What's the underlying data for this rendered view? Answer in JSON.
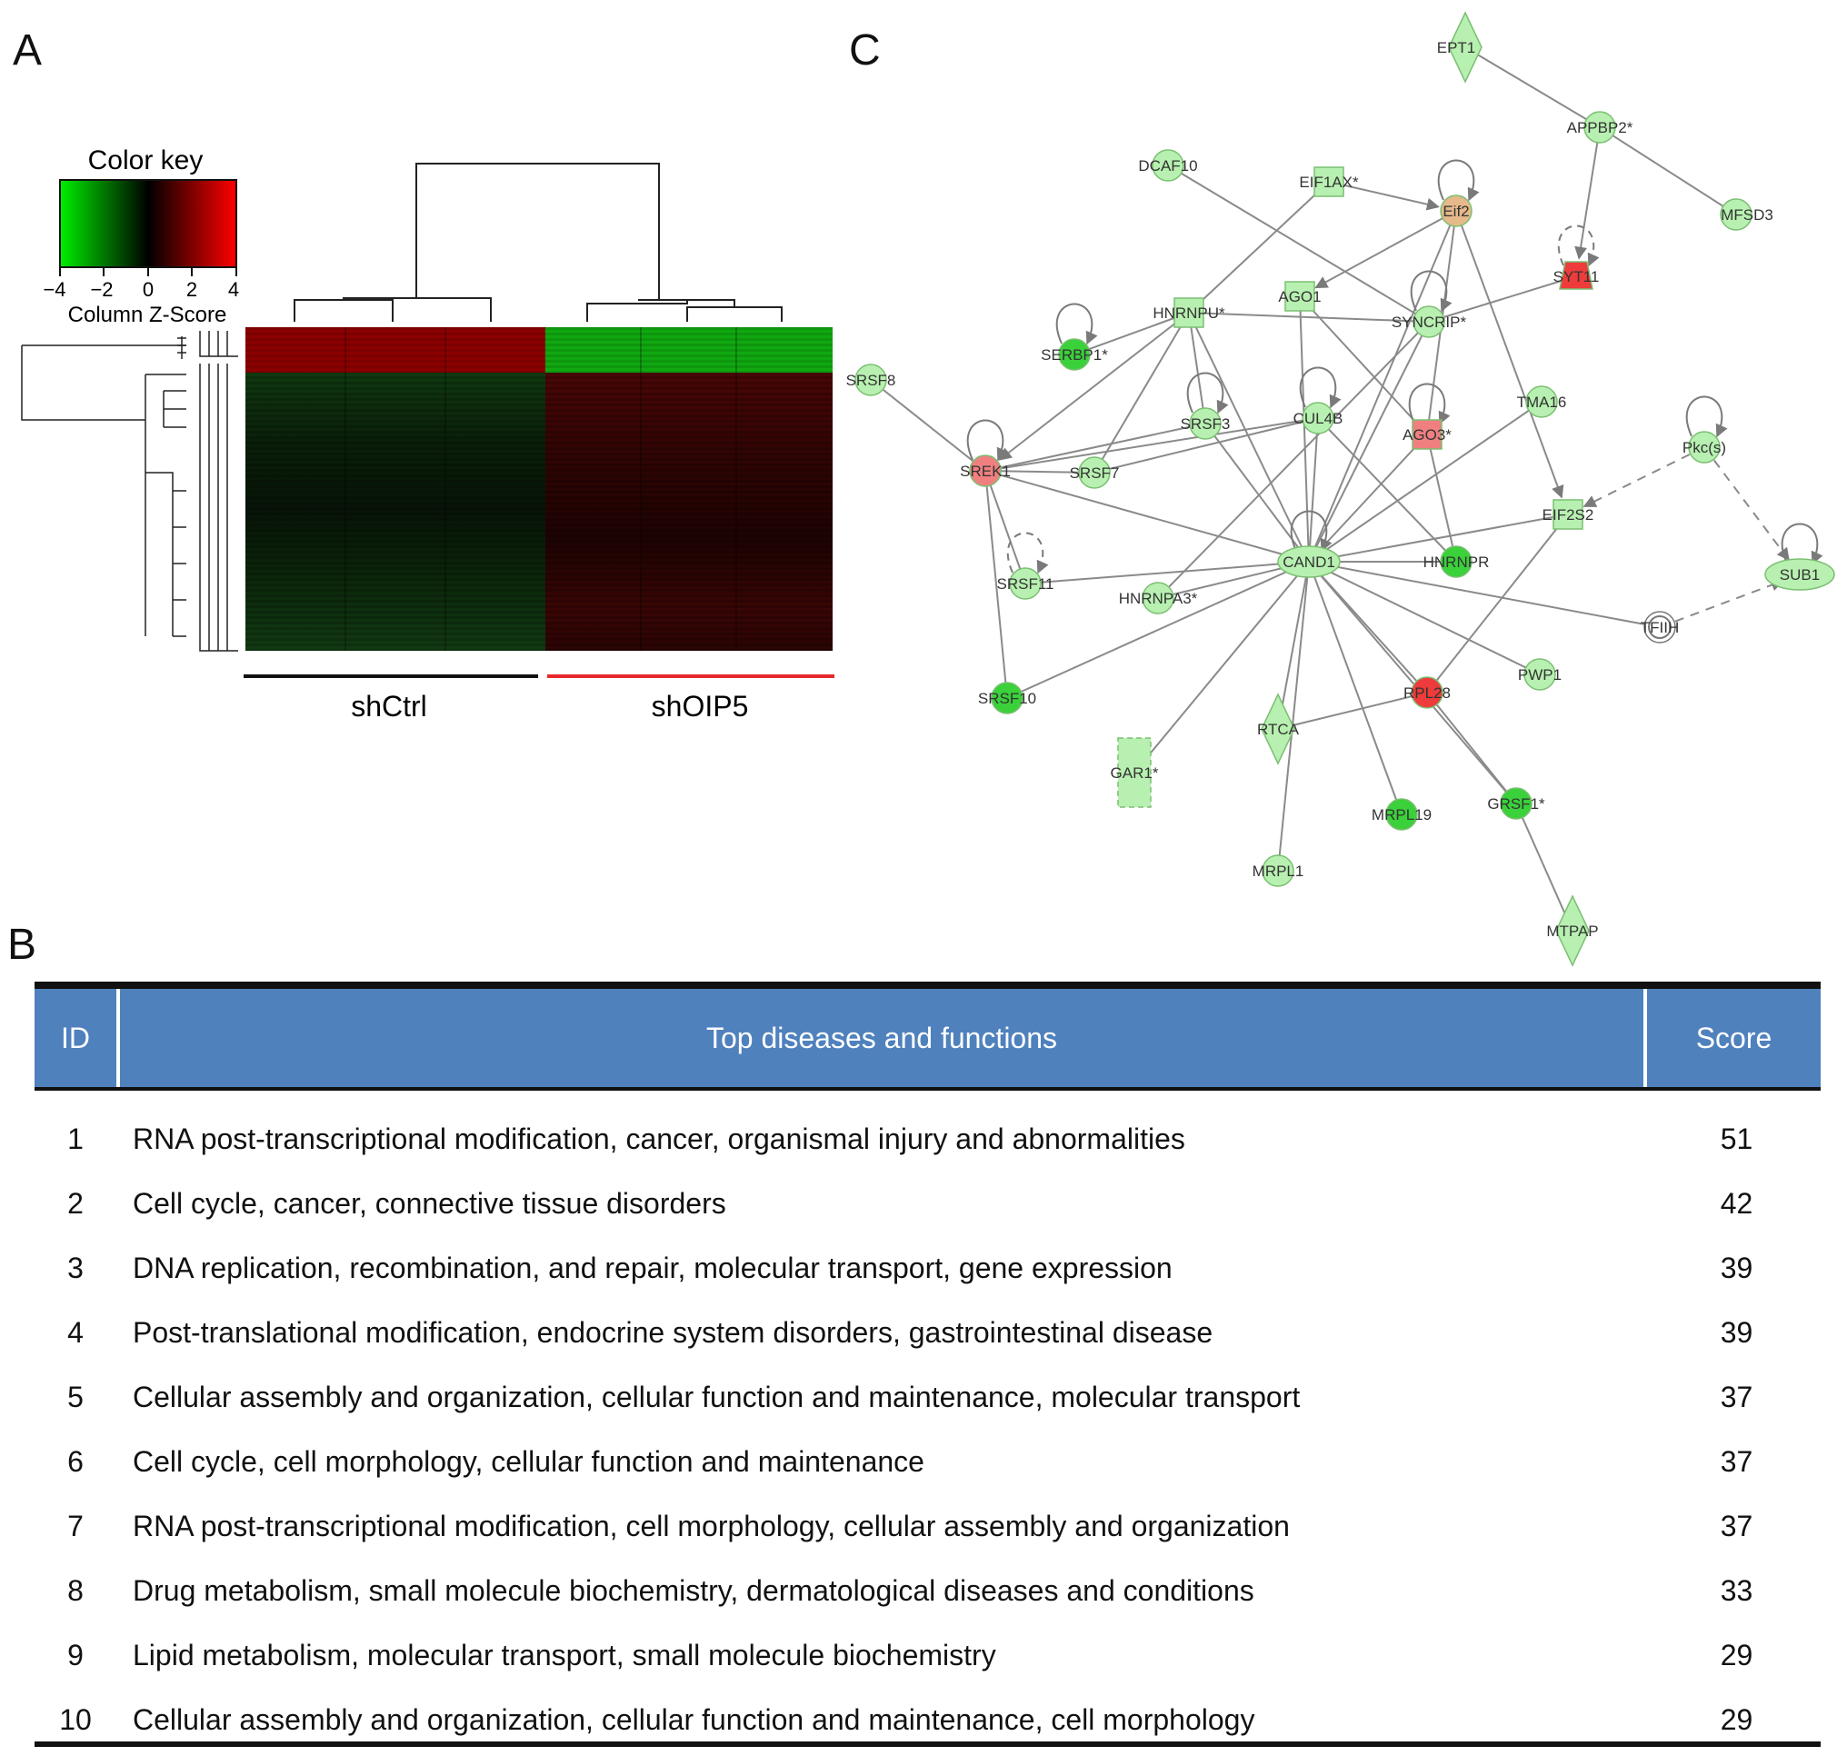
{
  "panels": {
    "a": "A",
    "b": "B",
    "c": "C"
  },
  "heatmap": {
    "color_key_title": "Color key",
    "color_key_ticks": [
      "−4",
      "−2",
      "0",
      "2",
      "4"
    ],
    "color_key_label": "Column Z-Score",
    "colors": {
      "low": "#00ee00",
      "mid": "#000000",
      "high": "#ff0000"
    },
    "groups": [
      {
        "label": "shCtrl",
        "color": "#111111"
      },
      {
        "label": "shOIP5",
        "color": "#e8282c"
      }
    ]
  },
  "network": {
    "colors": {
      "up": "#f08080",
      "up_strong": "#ee3b3b",
      "down_light": "#b7f0b0",
      "down_strong": "#3ad13a",
      "edge": "#8a8a8a"
    },
    "nodes": [
      {
        "id": "EPT1",
        "label": "EPT1",
        "shape": "diamond",
        "fill": "down_light"
      },
      {
        "id": "APPBP2",
        "label": "APPBP2*",
        "shape": "circle",
        "fill": "down_light"
      },
      {
        "id": "MFSD3",
        "label": "MFSD3",
        "shape": "circle",
        "fill": "down_light"
      },
      {
        "id": "DCAF10",
        "label": "DCAF10",
        "shape": "circle",
        "fill": "down_light"
      },
      {
        "id": "EIF1AX",
        "label": "EIF1AX*",
        "shape": "square",
        "fill": "down_light"
      },
      {
        "id": "Eif2",
        "label": "Eif2",
        "shape": "circle",
        "fill": "mixed"
      },
      {
        "id": "SYT11",
        "label": "SYT11",
        "shape": "trapezoid",
        "fill": "up_strong"
      },
      {
        "id": "AGO1",
        "label": "AGO1",
        "shape": "square",
        "fill": "down_light"
      },
      {
        "id": "HNRNPU",
        "label": "HNRNPU*",
        "shape": "square",
        "fill": "down_light"
      },
      {
        "id": "SYNCRIP",
        "label": "SYNCRIP*",
        "shape": "circle",
        "fill": "down_light"
      },
      {
        "id": "SERBP1",
        "label": "SERBP1*",
        "shape": "circle",
        "fill": "down_strong"
      },
      {
        "id": "SRSF8",
        "label": "SRSF8",
        "shape": "circle",
        "fill": "down_light"
      },
      {
        "id": "TMA16",
        "label": "TMA16",
        "shape": "circle",
        "fill": "down_light"
      },
      {
        "id": "SRSF3",
        "label": "SRSF3",
        "shape": "circle",
        "fill": "down_light"
      },
      {
        "id": "CUL4B",
        "label": "CUL4B",
        "shape": "circle",
        "fill": "down_light"
      },
      {
        "id": "AGO3",
        "label": "AGO3*",
        "shape": "square",
        "fill": "up"
      },
      {
        "id": "Pkcs",
        "label": "Pkc(s)",
        "shape": "circle",
        "fill": "down_light"
      },
      {
        "id": "SREK1",
        "label": "SREK1",
        "shape": "circle",
        "fill": "up"
      },
      {
        "id": "SRSF7",
        "label": "SRSF7",
        "shape": "circle",
        "fill": "down_light"
      },
      {
        "id": "EIF2S2",
        "label": "EIF2S2",
        "shape": "square",
        "fill": "down_light"
      },
      {
        "id": "SUB1",
        "label": "SUB1",
        "shape": "ellipse",
        "fill": "down_light"
      },
      {
        "id": "CAND1",
        "label": "CAND1",
        "shape": "ellipse",
        "fill": "down_light"
      },
      {
        "id": "HNRNPR",
        "label": "HNRNPR",
        "shape": "circle",
        "fill": "down_strong"
      },
      {
        "id": "SRSF11",
        "label": "SRSF11",
        "shape": "circle",
        "fill": "down_light"
      },
      {
        "id": "HNRNPA3",
        "label": "HNRNPA3*",
        "shape": "circle",
        "fill": "down_light"
      },
      {
        "id": "TFIIH",
        "label": "TFIIH",
        "shape": "double-circle",
        "fill": "white"
      },
      {
        "id": "PWP1",
        "label": "PWP1",
        "shape": "circle",
        "fill": "down_light"
      },
      {
        "id": "RPL28",
        "label": "RPL28",
        "shape": "circle",
        "fill": "up_strong"
      },
      {
        "id": "SRSF10",
        "label": "SRSF10",
        "shape": "circle",
        "fill": "down_strong"
      },
      {
        "id": "RTCA",
        "label": "RTCA",
        "shape": "diamond",
        "fill": "down_light"
      },
      {
        "id": "GAR1",
        "label": "GAR1*",
        "shape": "rect-dashed",
        "fill": "down_light"
      },
      {
        "id": "MRPL19",
        "label": "MRPL19",
        "shape": "circle",
        "fill": "down_strong"
      },
      {
        "id": "GRSF1",
        "label": "GRSF1*",
        "shape": "circle",
        "fill": "down_strong"
      },
      {
        "id": "MRPL1",
        "label": "MRPL1",
        "shape": "circle",
        "fill": "down_light"
      },
      {
        "id": "MTPAP",
        "label": "MTPAP",
        "shape": "diamond",
        "fill": "down_light"
      }
    ]
  },
  "table": {
    "headers": {
      "id": "ID",
      "desc": "Top diseases and functions",
      "score": "Score"
    },
    "rows": [
      {
        "id": "1",
        "desc": "RNA post-transcriptional modification, cancer, organismal injury and abnormalities",
        "score": "51"
      },
      {
        "id": "2",
        "desc": "Cell cycle, cancer, connective tissue disorders",
        "score": "42"
      },
      {
        "id": "3",
        "desc": "DNA replication, recombination, and repair, molecular transport, gene expression",
        "score": "39"
      },
      {
        "id": "4",
        "desc": "Post-translational modification, endocrine system disorders, gastrointestinal disease",
        "score": "39"
      },
      {
        "id": "5",
        "desc": "Cellular assembly and organization, cellular function and maintenance, molecular transport",
        "score": "37"
      },
      {
        "id": "6",
        "desc": "Cell cycle, cell morphology, cellular function and maintenance",
        "score": "37"
      },
      {
        "id": "7",
        "desc": "RNA post-transcriptional modification, cell morphology, cellular assembly and organization",
        "score": "37"
      },
      {
        "id": "8",
        "desc": "Drug metabolism, small molecule biochemistry, dermatological diseases and conditions",
        "score": "33"
      },
      {
        "id": "9",
        "desc": "Lipid metabolism, molecular transport, small molecule biochemistry",
        "score": "29"
      },
      {
        "id": "10",
        "desc": "Cellular assembly and organization, cellular function and maintenance, cell morphology",
        "score": "29"
      }
    ]
  }
}
